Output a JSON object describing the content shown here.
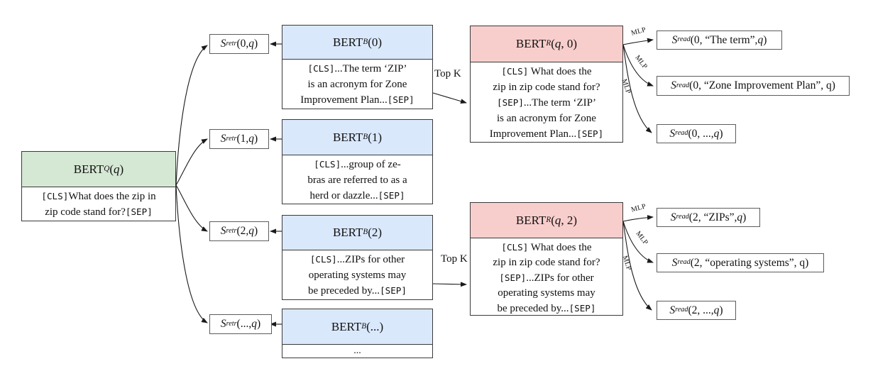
{
  "figure": {
    "colors": {
      "query_header": "#d5e8d4",
      "block_header": "#dae8fc",
      "reader_header": "#f8cecc",
      "border": "#3a3a3a",
      "arrow": "#1a1a1a"
    },
    "labels": {
      "top_k": "Top K",
      "mlp": "MLP"
    },
    "query": {
      "title": [
        {
          "t": "rm",
          "s": "BERT"
        },
        {
          "t": "subit",
          "s": "Q"
        },
        {
          "t": "rm",
          "s": "("
        },
        {
          "t": "it",
          "s": "q"
        },
        {
          "t": "rm",
          "s": ")"
        }
      ],
      "body": [
        {
          "t": "mono",
          "s": "[CLS]"
        },
        {
          "t": "rm",
          "s": "What does the zip in"
        },
        {
          "t": "br"
        },
        {
          "t": "rm",
          "s": "zip code stand for?"
        },
        {
          "t": "mono",
          "s": "[SEP]"
        }
      ]
    },
    "retr_scores": [
      {
        "label": [
          {
            "t": "it",
            "s": "S"
          },
          {
            "t": "subit",
            "s": "retr"
          },
          {
            "t": "rm",
            "s": "(0, "
          },
          {
            "t": "it",
            "s": "q"
          },
          {
            "t": "rm",
            "s": ")"
          }
        ]
      },
      {
        "label": [
          {
            "t": "it",
            "s": "S"
          },
          {
            "t": "subit",
            "s": "retr"
          },
          {
            "t": "rm",
            "s": "(1, "
          },
          {
            "t": "it",
            "s": "q"
          },
          {
            "t": "rm",
            "s": ")"
          }
        ]
      },
      {
        "label": [
          {
            "t": "it",
            "s": "S"
          },
          {
            "t": "subit",
            "s": "retr"
          },
          {
            "t": "rm",
            "s": "(2, "
          },
          {
            "t": "it",
            "s": "q"
          },
          {
            "t": "rm",
            "s": ")"
          }
        ]
      },
      {
        "label": [
          {
            "t": "it",
            "s": "S"
          },
          {
            "t": "subit",
            "s": "retr"
          },
          {
            "t": "rm",
            "s": "(..., "
          },
          {
            "t": "it",
            "s": "q"
          },
          {
            "t": "rm",
            "s": ")"
          }
        ]
      }
    ],
    "blocks": [
      {
        "title": [
          {
            "t": "rm",
            "s": "BERT"
          },
          {
            "t": "subit",
            "s": "B"
          },
          {
            "t": "rm",
            "s": "(0)"
          }
        ],
        "body": [
          {
            "t": "mono",
            "s": "[CLS]"
          },
          {
            "t": "rm",
            "s": "...The term ‘ZIP’"
          },
          {
            "t": "br"
          },
          {
            "t": "rm",
            "s": "is an acronym for Zone"
          },
          {
            "t": "br"
          },
          {
            "t": "rm",
            "s": "Improvement Plan..."
          },
          {
            "t": "mono",
            "s": "[SEP]"
          }
        ]
      },
      {
        "title": [
          {
            "t": "rm",
            "s": "BERT"
          },
          {
            "t": "subit",
            "s": "B"
          },
          {
            "t": "rm",
            "s": "(1)"
          }
        ],
        "body": [
          {
            "t": "mono",
            "s": "[CLS]"
          },
          {
            "t": "rm",
            "s": "...group of ze-"
          },
          {
            "t": "br"
          },
          {
            "t": "rm",
            "s": "bras are referred to as a"
          },
          {
            "t": "br"
          },
          {
            "t": "rm",
            "s": "herd or dazzle..."
          },
          {
            "t": "mono",
            "s": "[SEP]"
          }
        ]
      },
      {
        "title": [
          {
            "t": "rm",
            "s": "BERT"
          },
          {
            "t": "subit",
            "s": "B"
          },
          {
            "t": "rm",
            "s": "(2)"
          }
        ],
        "body": [
          {
            "t": "mono",
            "s": "[CLS]"
          },
          {
            "t": "rm",
            "s": "...ZIPs for other"
          },
          {
            "t": "br"
          },
          {
            "t": "rm",
            "s": "operating systems may"
          },
          {
            "t": "br"
          },
          {
            "t": "rm",
            "s": "be preceded by..."
          },
          {
            "t": "mono",
            "s": "[SEP]"
          }
        ]
      },
      {
        "title": [
          {
            "t": "rm",
            "s": "BERT"
          },
          {
            "t": "subit",
            "s": "B"
          },
          {
            "t": "rm",
            "s": "(...)"
          }
        ],
        "body": [
          {
            "t": "rm",
            "s": "..."
          }
        ]
      }
    ],
    "readers": [
      {
        "title": [
          {
            "t": "rm",
            "s": "BERT"
          },
          {
            "t": "subit",
            "s": "R"
          },
          {
            "t": "rm",
            "s": "("
          },
          {
            "t": "it",
            "s": "q"
          },
          {
            "t": "rm",
            "s": ", 0)"
          }
        ],
        "body": [
          {
            "t": "mono",
            "s": "[CLS]"
          },
          {
            "t": "rm",
            "s": " What does the"
          },
          {
            "t": "br"
          },
          {
            "t": "rm",
            "s": "zip in zip code stand for?"
          },
          {
            "t": "br"
          },
          {
            "t": "mono",
            "s": "[SEP]"
          },
          {
            "t": "rm",
            "s": "...The term ‘ZIP’"
          },
          {
            "t": "br"
          },
          {
            "t": "rm",
            "s": "is an acronym for Zone"
          },
          {
            "t": "br"
          },
          {
            "t": "rm",
            "s": "Improvement Plan..."
          },
          {
            "t": "mono",
            "s": "[SEP]"
          }
        ]
      },
      {
        "title": [
          {
            "t": "rm",
            "s": "BERT"
          },
          {
            "t": "subit",
            "s": "R"
          },
          {
            "t": "rm",
            "s": "("
          },
          {
            "t": "it",
            "s": "q"
          },
          {
            "t": "rm",
            "s": ", 2)"
          }
        ],
        "body": [
          {
            "t": "mono",
            "s": "[CLS]"
          },
          {
            "t": "rm",
            "s": " What does the"
          },
          {
            "t": "br"
          },
          {
            "t": "rm",
            "s": "zip in zip code stand for?"
          },
          {
            "t": "br"
          },
          {
            "t": "mono",
            "s": "[SEP]"
          },
          {
            "t": "rm",
            "s": "...ZIPs for other"
          },
          {
            "t": "br"
          },
          {
            "t": "rm",
            "s": "operating systems may"
          },
          {
            "t": "br"
          },
          {
            "t": "rm",
            "s": "be preceded by..."
          },
          {
            "t": "mono",
            "s": "[SEP]"
          }
        ]
      }
    ],
    "read_scores": [
      {
        "label": [
          {
            "t": "it",
            "s": "S"
          },
          {
            "t": "subit",
            "s": "read"
          },
          {
            "t": "rm",
            "s": "(0, “The term”, "
          },
          {
            "t": "it",
            "s": "q"
          },
          {
            "t": "rm",
            "s": ")"
          }
        ]
      },
      {
        "label": [
          {
            "t": "it",
            "s": "S"
          },
          {
            "t": "subit",
            "s": "read"
          },
          {
            "t": "rm",
            "s": "(0, “Zone Improvement Plan”, q)"
          }
        ]
      },
      {
        "label": [
          {
            "t": "it",
            "s": "S"
          },
          {
            "t": "subit",
            "s": "read"
          },
          {
            "t": "rm",
            "s": "(0, ..., "
          },
          {
            "t": "it",
            "s": "q"
          },
          {
            "t": "rm",
            "s": ")"
          }
        ]
      },
      {
        "label": [
          {
            "t": "it",
            "s": "S"
          },
          {
            "t": "subit",
            "s": "read"
          },
          {
            "t": "rm",
            "s": "(2, “ZIPs”, "
          },
          {
            "t": "it",
            "s": "q"
          },
          {
            "t": "rm",
            "s": ")"
          }
        ]
      },
      {
        "label": [
          {
            "t": "it",
            "s": "S"
          },
          {
            "t": "subit",
            "s": "read"
          },
          {
            "t": "rm",
            "s": "(2, “operating systems”, q)"
          }
        ]
      },
      {
        "label": [
          {
            "t": "it",
            "s": "S"
          },
          {
            "t": "subit",
            "s": "read"
          },
          {
            "t": "rm",
            "s": "(2, ..., "
          },
          {
            "t": "it",
            "s": "q"
          },
          {
            "t": "rm",
            "s": ")"
          }
        ]
      }
    ]
  }
}
